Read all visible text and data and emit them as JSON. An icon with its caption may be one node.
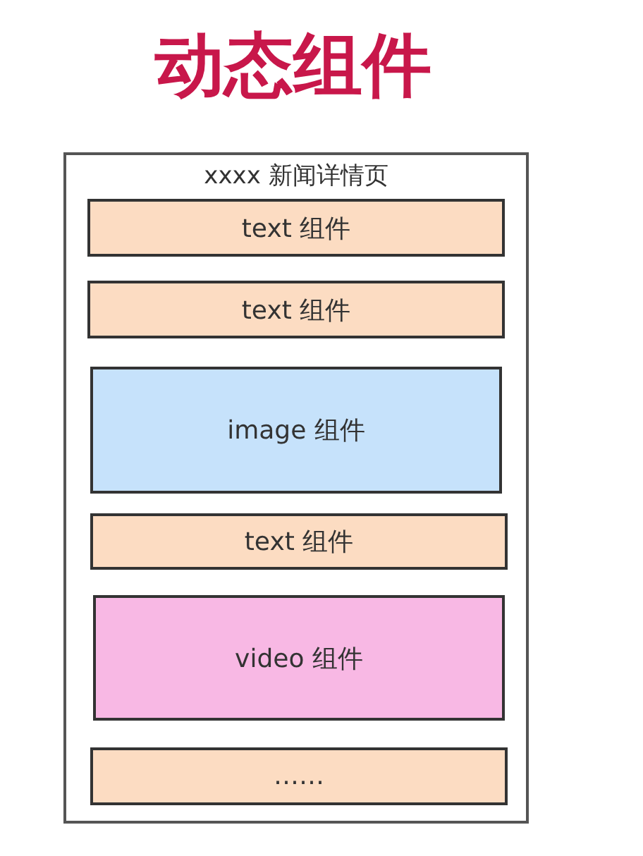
{
  "diagram": {
    "title": "动态组件",
    "nodes": [
      {
        "text": [
          "xxxx 新闻详情页"
        ]
      },
      {
        "text": [
          "text 组件"
        ],
        "in": 0
      },
      {
        "text": [
          "text 组件"
        ],
        "in": 0
      },
      {
        "text": [
          "image 组件"
        ],
        "in": 0
      },
      {
        "text": [
          "text 组件"
        ],
        "in": 0
      },
      {
        "text": [
          "video 组件"
        ],
        "in": 0
      },
      {
        "text": [
          "……"
        ],
        "in": 0
      }
    ]
  }
}
